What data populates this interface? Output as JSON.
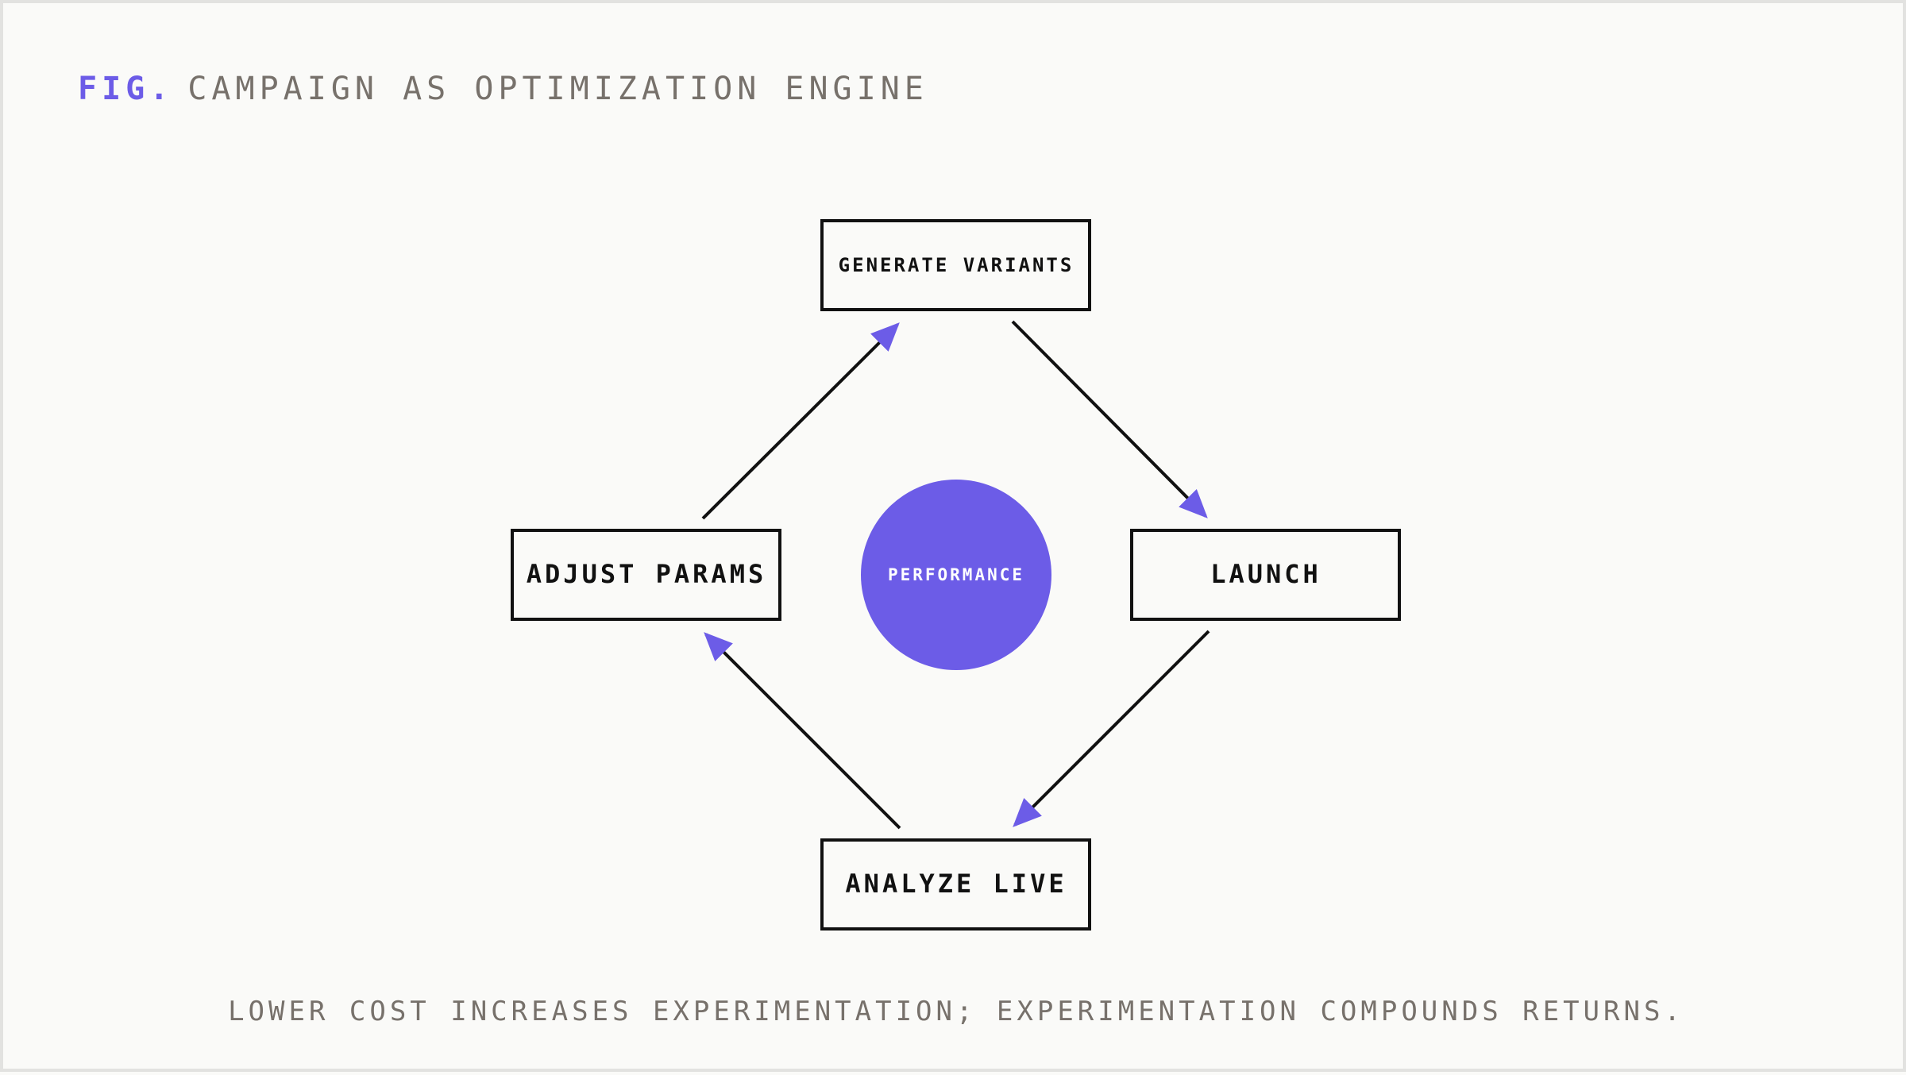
{
  "header": {
    "fig_label": "FIG.",
    "title": "CAMPAIGN AS OPTIMIZATION ENGINE"
  },
  "nodes": {
    "generate": "GENERATE VARIANTS",
    "launch": "LAUNCH",
    "analyze": "ANALYZE LIVE",
    "adjust": "ADJUST PARAMS"
  },
  "center": {
    "label": "PERFORMANCE"
  },
  "caption": "LOWER COST INCREASES EXPERIMENTATION; EXPERIMENTATION COMPOUNDS RETURNS.",
  "colors": {
    "accent": "#6c5ce7",
    "ink": "#111111",
    "muted": "#77716b",
    "background": "#fafaf8"
  }
}
